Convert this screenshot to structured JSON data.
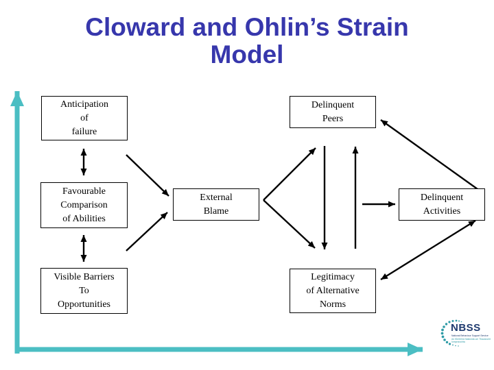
{
  "slide": {
    "title_line1": "Cloward and Ohlin’s Strain",
    "title_line2": "Model"
  },
  "boxes": {
    "anticipation": {
      "lines": [
        "Anticipation",
        "of",
        "failure"
      ]
    },
    "favourable": {
      "lines": [
        "Favourable",
        "Comparison",
        "of Abilities"
      ]
    },
    "barriers": {
      "lines": [
        "Visible Barriers",
        "To",
        "Opportunities"
      ]
    },
    "external": {
      "lines": [
        "External",
        "Blame"
      ]
    },
    "peers": {
      "lines": [
        "Delinquent",
        "Peers"
      ]
    },
    "activities": {
      "lines": [
        "Delinquent",
        "Activities"
      ]
    },
    "legitimacy": {
      "lines": [
        "Legitimacy",
        "of Alternative",
        "Norms"
      ]
    }
  },
  "edges": [
    {
      "from": "anticipation",
      "to": "favourable",
      "direction": "both"
    },
    {
      "from": "favourable",
      "to": "barriers",
      "direction": "both"
    },
    {
      "from": "anticipation",
      "to": "external",
      "direction": "one-way"
    },
    {
      "from": "barriers",
      "to": "external",
      "direction": "one-way"
    },
    {
      "from": "external",
      "to": "peers",
      "direction": "one-way"
    },
    {
      "from": "external",
      "to": "legitimacy",
      "direction": "one-way"
    },
    {
      "from": "peers",
      "to": "legitimacy",
      "direction": "one-way"
    },
    {
      "from": "legitimacy",
      "to": "peers",
      "direction": "one-way"
    },
    {
      "from": "external",
      "to": "activities",
      "direction": "one-way"
    },
    {
      "from": "activities",
      "to": "peers",
      "direction": "one-way"
    },
    {
      "from": "activities",
      "to": "legitimacy",
      "direction": "both"
    }
  ],
  "colors": {
    "title": "#3737AC",
    "axis": "#4BBEC3",
    "arrow": "#000000",
    "box_border": "#000000",
    "logo_navy": "#1E3A6E",
    "logo_teal": "#2E9BA6"
  },
  "logo": {
    "text": "NBSS",
    "tagline1": "National Behaviour Support Service",
    "tagline2": "An tSeirbhís Náisiúnta um Thacaíocht Iompraíochta"
  }
}
